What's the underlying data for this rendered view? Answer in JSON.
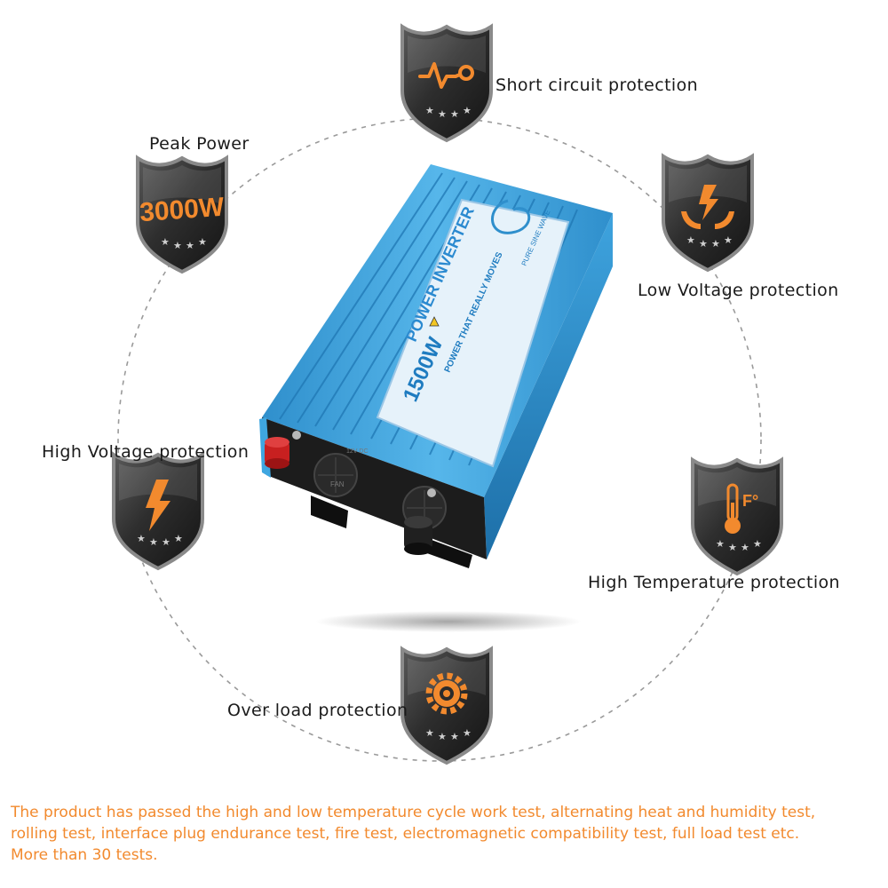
{
  "features": {
    "short_circuit": "Short circuit protection",
    "peak_power": "Peak Power",
    "peak_power_badge": "3000W",
    "low_voltage": "Low Voltage protection",
    "high_voltage": "High Voltage protection",
    "high_temperature": "High Temperature protection",
    "temperature_unit": "F°",
    "over_load": "Over load protection"
  },
  "product": {
    "title": "POWER INVERTER",
    "wattage": "1500W",
    "type_banner": "PURE SINE WAVE",
    "tagline": "POWER THAT REALLY MOVES",
    "fan_label": "FAN",
    "voltage_label": "12V DC"
  },
  "footer": {
    "line1": "The product has passed the high and low temperature cycle work test, alternating heat and humidity test,",
    "line2": "rolling test, interface plug endurance test, fire test, electromagnetic compatibility test, full load test etc.",
    "line3": "More than 30 tests."
  },
  "colors": {
    "accent": "#f28a2e",
    "badge_dark": "#2b2b2b",
    "inverter_blue": "#3fa6e0"
  },
  "icons": [
    "short-circuit-icon",
    "3000w-badge",
    "lightning-hands-icon",
    "lightning-icon",
    "thermometer-icon",
    "gear-icon"
  ]
}
